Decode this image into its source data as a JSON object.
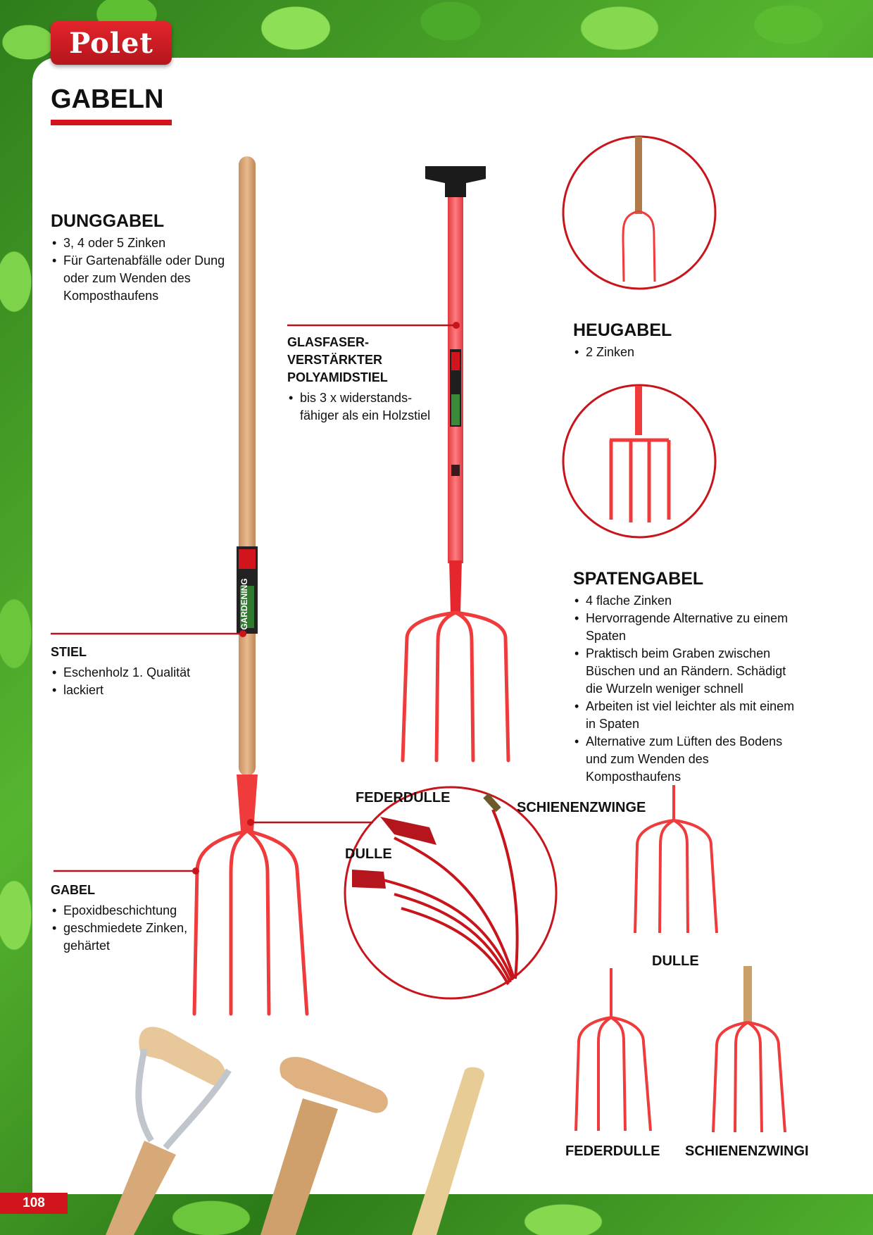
{
  "brand": {
    "logo_text": "Polet"
  },
  "page": {
    "title": "GABELN",
    "number": "108"
  },
  "products": {
    "dunggabel": {
      "heading": "DUNGGABEL",
      "bullets": [
        "3, 4 oder 5 Zinken",
        "Für Gartenabfälle oder Dung oder zum Wenden des Komposthaufens"
      ]
    },
    "glasfaser": {
      "heading_lines": [
        "GLASFASER-",
        "VERSTÄRKTER",
        "POLYAMIDSTIEL"
      ],
      "bullets": [
        "bis 3 x widerstands-fähiger als ein Holzstiel"
      ]
    },
    "stiel": {
      "heading": "STIEL",
      "bullets": [
        "Eschenholz 1. Qualität",
        "lackiert"
      ]
    },
    "gabel": {
      "heading": "GABEL",
      "bullets": [
        "Epoxidbeschichtung",
        "geschmiedete Zinken, gehärtet"
      ]
    },
    "heugabel": {
      "heading": "HEUGABEL",
      "bullets": [
        "2 Zinken"
      ]
    },
    "spatengabel": {
      "heading": "SPATENGABEL",
      "bullets": [
        "4 flache Zinken",
        "Hervorragende Alternative zu einem Spaten",
        "Praktisch beim Graben zwischen Büschen und an Rändern. Schädigt die Wurzeln weniger schnell",
        "Arbeiten ist viel leichter als mit einem in Spaten",
        "Alternative zum Lüften des Bodens und zum Wenden des Komposthaufens"
      ]
    }
  },
  "labels": {
    "federdulle_top": "FEDERDULLE",
    "schienenzwinge_top": "SCHIENENZWINGE",
    "dulle_left": "DULLE",
    "dulle_right": "DULLE",
    "federdulle_bottom": "FEDERDULLE",
    "schienenzwinge_bottom": "SCHIENENZWINGI"
  },
  "handle_band_text": "GARDENING",
  "colors": {
    "accent": "#d2151c",
    "fork": "#ef3b3b",
    "wood": "#d9a679"
  }
}
